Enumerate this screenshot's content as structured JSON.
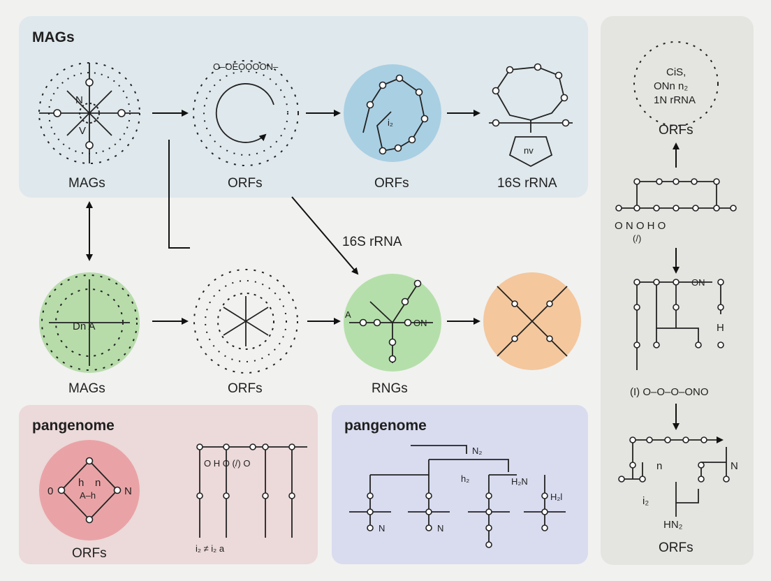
{
  "colors": {
    "background": "#f1f1f0",
    "panel_mags": "#dfe8ec",
    "panel_pangenome_red": "#ecd9d9",
    "panel_pangenome_blue": "#d9dcef",
    "panel_right": "#e4e4e0",
    "circle_blue": "#a9cfe3",
    "circle_green": "#b7dcaa",
    "circle_green2": "#b5dfaa",
    "circle_orange": "#f4c79d",
    "circle_red": "#e9a3a6"
  },
  "panels": {
    "mags": {
      "title": "MAGs"
    },
    "pangenome_left": {
      "title": "pangenome"
    },
    "pangenome_right": {
      "title": "pangenome"
    }
  },
  "nodes": {
    "top_mags": {
      "label": "MAGs"
    },
    "top_orfs": {
      "label": "ORFs"
    },
    "top_orfs_blue": {
      "label": "ORFs"
    },
    "top_16s": {
      "label": "16S rRNA"
    },
    "mid_mags": {
      "label": "MAGs"
    },
    "mid_orfs": {
      "label": "ORFs"
    },
    "mid_rngs": {
      "label": "RNGs"
    },
    "mid_16s_caption": {
      "label": "16S rRNA"
    },
    "bottom_orfs": {
      "label": "ORFs"
    },
    "right_top_orfs": {
      "label": "ORFs"
    },
    "right_bottom_orfs": {
      "label": "ORFs"
    }
  },
  "fragments": {
    "ring_text_top": "O–OEOOOON–",
    "right_ring_line1": "CiS,",
    "right_ring_line2": "ONn n₂",
    "right_ring_line3": "1N rRNA",
    "right_row1": "O  N  O  H  O",
    "right_paren1": "(/)",
    "right_row2": "(I)   O–O–O–ONO",
    "right_on": "ON",
    "right_h": "H",
    "right_n": "n",
    "right_i2": "i₂",
    "right_hn2": "HN₂",
    "right_n2": "N",
    "mags_inner": "N",
    "mags_inner2": "V",
    "mid_mags_inner": "Dn A",
    "rngs_a": "A",
    "rngs_on": "ON",
    "top16_nv": "nv",
    "orfs_blue_i2": "i₂",
    "pan_red_h": "h",
    "pan_red_n": "n",
    "pan_red_ah": "A–h",
    "pan_red_o": "0",
    "pan_red_N": "N",
    "pan_seq": "O   H   O   (/)   O",
    "pan_seq2": "i₂   ≠   i₂   a",
    "pan_blue_n2": "N₂",
    "pan_blue_h2": "h₂",
    "pan_blue_H2N": "H₂N",
    "pan_blue_Hx": "H₂l",
    "pan_blue_on1": "N",
    "pan_blue_on2": "N"
  }
}
